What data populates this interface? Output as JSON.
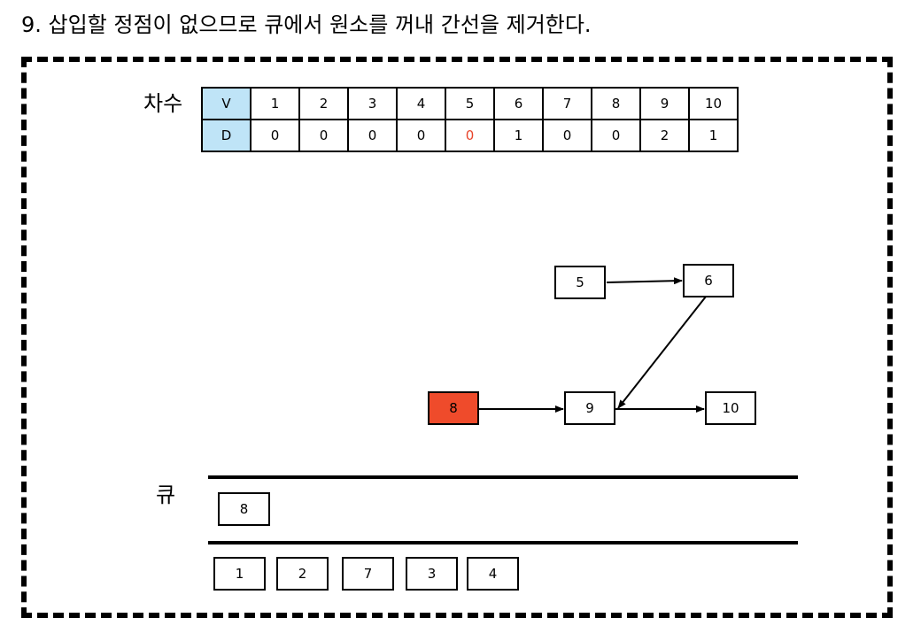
{
  "title": "9. 삽입할 정점이 없으므로 큐에서 원소를 꺼내 간선을 제거한다.",
  "degree_label": "차수",
  "queue_label": "큐",
  "table": {
    "row_labels": [
      "V",
      "D"
    ],
    "vertices": [
      "1",
      "2",
      "3",
      "4",
      "5",
      "6",
      "7",
      "8",
      "9",
      "10"
    ],
    "degrees": [
      "0",
      "0",
      "0",
      "0",
      "0",
      "1",
      "0",
      "0",
      "2",
      "1"
    ],
    "highlight_vertex": "5"
  },
  "graph": {
    "nodes": [
      "5",
      "6",
      "8",
      "9",
      "10"
    ],
    "active_node": "8",
    "edges": [
      [
        "5",
        "6"
      ],
      [
        "6",
        "9"
      ],
      [
        "8",
        "9"
      ],
      [
        "9",
        "10"
      ]
    ],
    "active_color": "#ef4b2b"
  },
  "queue": {
    "items": [
      "8"
    ]
  },
  "output": {
    "items": [
      "1",
      "2",
      "7",
      "3",
      "4"
    ]
  },
  "colors": {
    "header_bg": "#bfe4f7",
    "highlight_text": "#e8442a"
  }
}
